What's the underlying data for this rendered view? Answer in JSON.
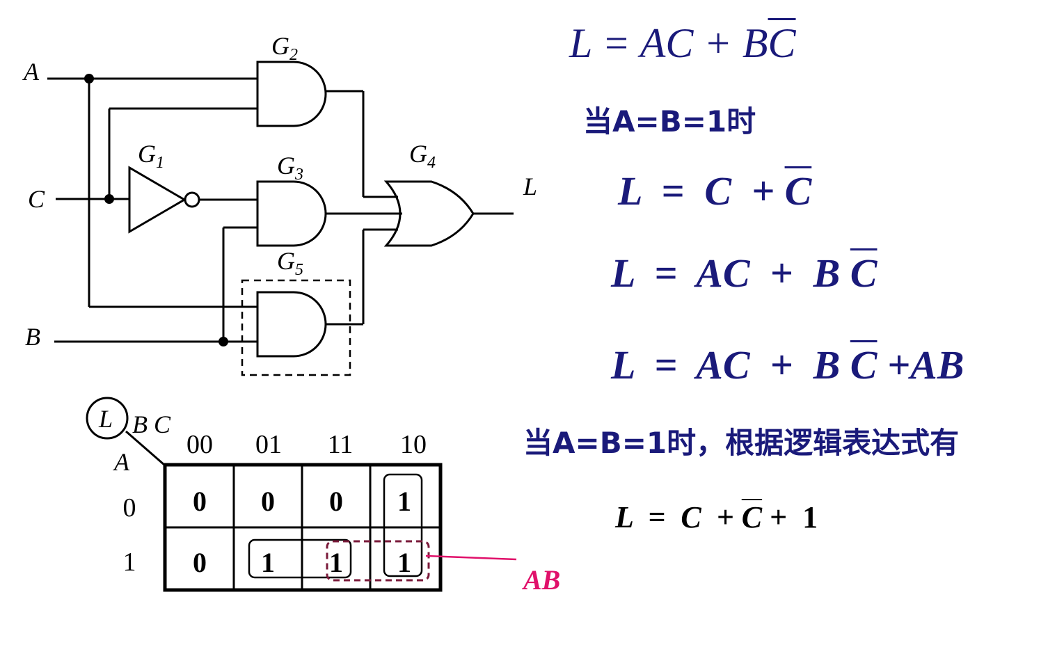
{
  "circuit": {
    "inputs": {
      "a": "A",
      "c": "C",
      "b": "B"
    },
    "output": "L",
    "gates": {
      "g1": "1",
      "g2": "2",
      "g3": "3",
      "g4": "4",
      "g5": "5"
    },
    "gate_letter": "G"
  },
  "kmap": {
    "function_label": "L",
    "col_var": "B C",
    "row_var": "A",
    "col_headers": [
      "00",
      "01",
      "11",
      "10"
    ],
    "row_headers": [
      "0",
      "1"
    ],
    "cells": [
      [
        "0",
        "0",
        "0",
        "1"
      ],
      [
        "0",
        "1",
        "1",
        "1"
      ]
    ],
    "annotation": "AB",
    "annotation_color": "#e0106a"
  },
  "equations": {
    "eq1": "L = AC + B",
    "eq1_bar": "C",
    "cond1": "当A=B=1时",
    "eq2": "L  =  C  +",
    "eq2_bar": "C",
    "eq3": "L  =  AC  +  B",
    "eq3_bar": "C",
    "eq4": "L  =  AC  +  B",
    "eq4_bar": "C",
    "eq4_tail": "+AB",
    "cond2": "当A=B=1时，根据逻辑表达式有",
    "eq5_a": "L  =  C  +",
    "eq5_bar": "C",
    "eq5_tail": "+  1"
  },
  "colors": {
    "equation": "#1a1a7a",
    "diagram": "#000000"
  }
}
